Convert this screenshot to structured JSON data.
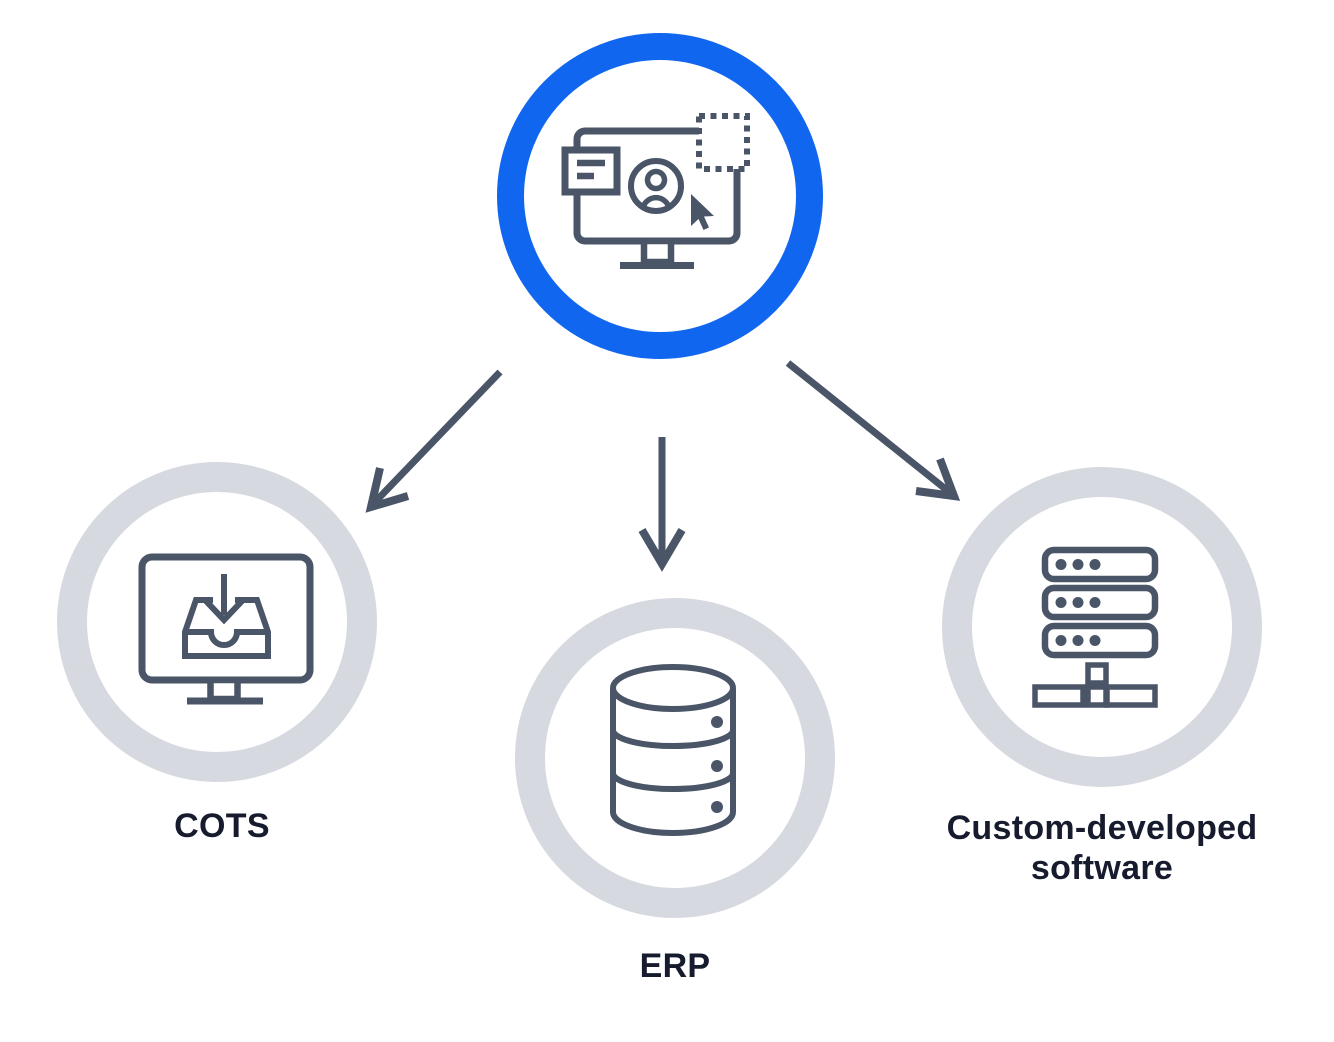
{
  "diagram": {
    "type": "hub-and-spoke",
    "nodes": {
      "source": {
        "id": "software-selection",
        "label": "",
        "icon": "application-selection-icon"
      },
      "targets": [
        {
          "id": "cots",
          "label": "COTS",
          "icon": "software-install-monitor-icon"
        },
        {
          "id": "erp",
          "label": "ERP",
          "icon": "database-icon"
        },
        {
          "id": "custom",
          "label": "Custom-developed software",
          "icon": "server-stack-icon"
        }
      ]
    },
    "connectors": [
      {
        "from": "software-selection",
        "to": "cots"
      },
      {
        "from": "software-selection",
        "to": "erp"
      },
      {
        "from": "software-selection",
        "to": "custom"
      }
    ],
    "colors": {
      "accent_blue": "#1166F0",
      "ring_gray": "#D6DAE0",
      "icon_slate": "#4A5568",
      "arrow_slate": "#4A5568",
      "label_navy": "#161B2D",
      "background": "#FFFFFF"
    }
  }
}
